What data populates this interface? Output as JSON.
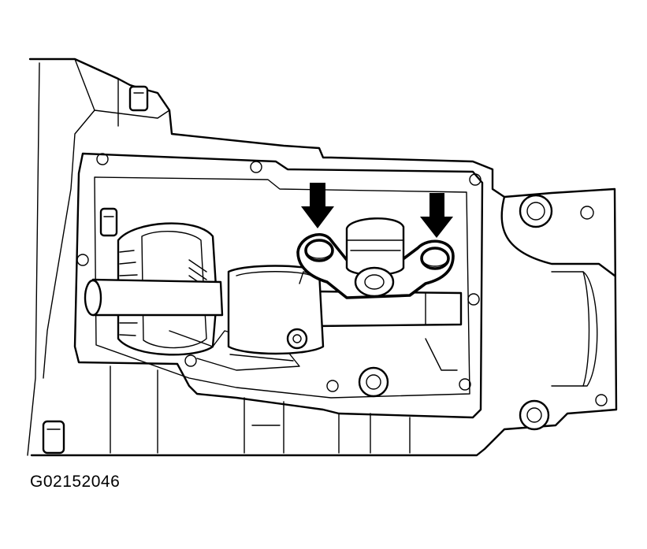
{
  "figure": {
    "code": "G02152046",
    "callouts": [
      {
        "icon": "arrow-down-icon",
        "target": "bolt-left"
      },
      {
        "icon": "arrow-down-icon",
        "target": "bolt-right"
      }
    ],
    "colors": {
      "line": "#000000",
      "background": "#ffffff"
    }
  }
}
